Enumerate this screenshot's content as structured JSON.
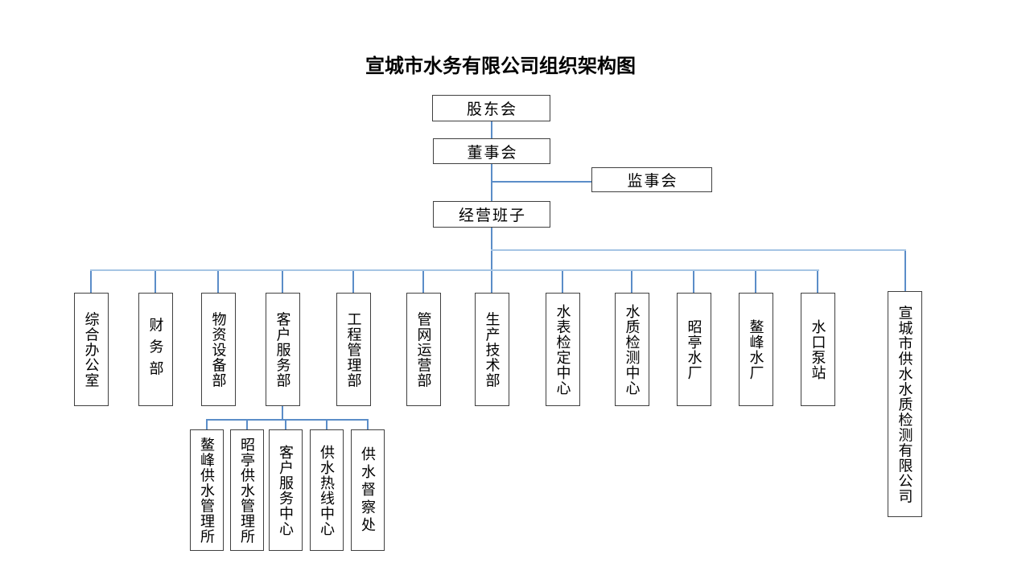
{
  "title": "宣城市水务有限公司组织架构图",
  "colors": {
    "background": "#ffffff",
    "connector_blue": "#5b8dc8",
    "connector_light_blue": "#a6c5e4",
    "box_border": "#404040",
    "text": "#000000"
  },
  "governance": {
    "shareholders": "股东会",
    "board": "董事会",
    "supervisory": "监事会",
    "management": "经营班子"
  },
  "departments": [
    "综合办公室",
    "财务部",
    "物资设备部",
    "客户服务部",
    "工程管理部",
    "管网运营部",
    "生产技术部",
    "水表检定中心",
    "水质检测中心",
    "昭亭水厂",
    "鳌峰水厂",
    "水口泵站",
    "宣城市供水水质检测有限公司"
  ],
  "customer_service_subunits": [
    "鳌峰供水管理所",
    "昭亭供水管理所",
    "客户服务中心",
    "供水热线中心",
    "供水督察处"
  ],
  "hierarchy_note": {
    "root": "股东会",
    "chain": [
      "股东会",
      "董事会",
      "经营班子"
    ],
    "supervisory_attached_between": [
      "董事会",
      "经营班子"
    ],
    "management_children_count": 13,
    "customer_service_parent": "客户服务部"
  }
}
